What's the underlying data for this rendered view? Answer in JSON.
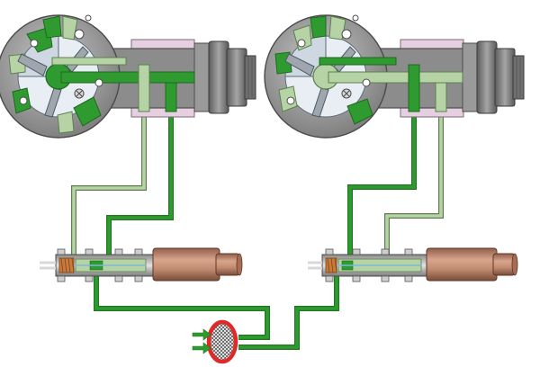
{
  "diagram": {
    "caption": "",
    "colors": {
      "oil_dark": "#2f9a2f",
      "oil_light": "#b6d3a6",
      "oil_outline": "#5c7f4e",
      "rotor_body": "#9a9a9a",
      "rotor_blade": "#bfc8d0",
      "cam_ring": "#e8eef4",
      "housing_pink": "#e5cfe0",
      "housing_grey": "#8c8c8c",
      "sprocket_grey": "#6f6f6f",
      "spool_brass": "#c97a3a",
      "solenoid_copper": "#b8826a",
      "filter_ring": "#e02a2a",
      "arrow_green": "#2f9a2f"
    },
    "assemblies": [
      {
        "id": "left-phaser",
        "state": "advance",
        "supply_line": "dark",
        "return_line": "light"
      },
      {
        "id": "right-phaser",
        "state": "retard",
        "supply_line": "light",
        "return_line": "dark"
      }
    ],
    "icons": [
      "oil-filter-icon",
      "flow-arrow-icon",
      "screw-head-icon"
    ]
  }
}
